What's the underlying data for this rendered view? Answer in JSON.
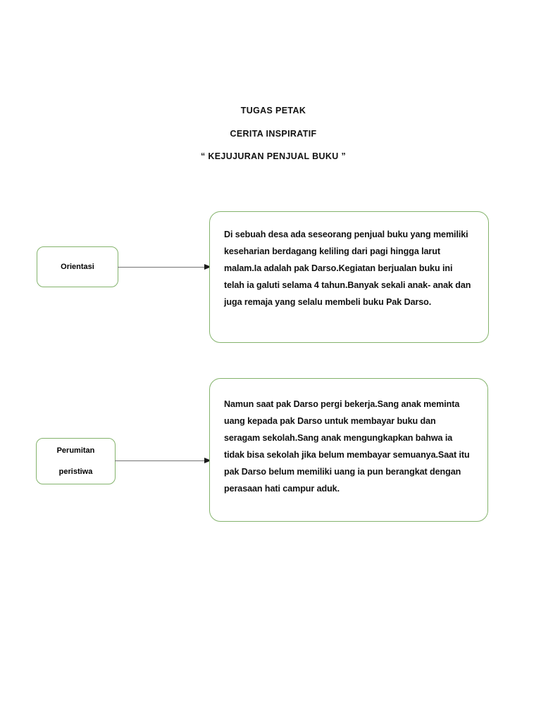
{
  "document": {
    "background_color": "#ffffff",
    "box_border_color": "#84b36c",
    "arrow_color": "#737373",
    "arrowhead_color": "#1a1a1a",
    "text_color": "#111111"
  },
  "headings": {
    "line1": "TUGAS PETAK",
    "line2": "CERITA INSPIRATIF",
    "line3": "“ KEJUJURAN PENJUAL BUKU ”"
  },
  "flow": [
    {
      "label_lines": [
        "Orientasi"
      ],
      "body": "Di sebuah desa ada seseorang penjual buku yang memiliki keseharian berdagang keliling dari pagi hingga larut malam.Ia adalah pak Darso.Kegiatan berjualan buku ini telah ia galuti selama 4 tahun.Banyak sekali anak- anak dan juga remaja yang selalu membeli buku Pak Darso."
    },
    {
      "label_lines": [
        "Perumitan",
        "peristiwa"
      ],
      "body": "Namun saat pak Darso pergi bekerja.Sang anak meminta uang kepada pak Darso untuk membayar buku dan seragam sekolah.Sang anak mengungkapkan bahwa ia tidak bisa sekolah jika belum membayar semuanya.Saat itu pak Darso belum memiliki uang ia pun berangkat dengan perasaan hati campur aduk."
    }
  ]
}
